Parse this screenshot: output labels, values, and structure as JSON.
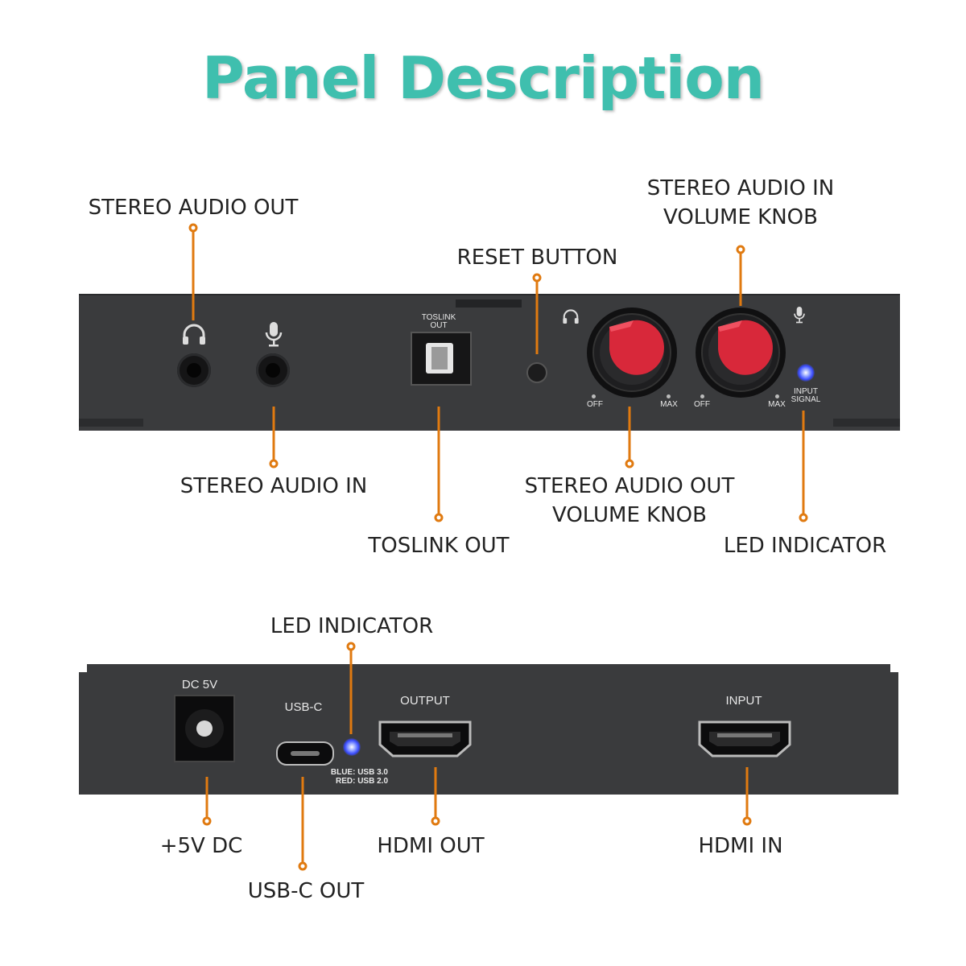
{
  "title": "Panel Description",
  "front_panel": {
    "callouts": {
      "stereo_audio_out": "STEREO AUDIO OUT",
      "stereo_audio_in": "STEREO AUDIO IN",
      "toslink_out": "TOSLINK OUT",
      "reset_button": "RESET BUTTON",
      "stereo_in_knob_line1": "STEREO AUDIO IN",
      "stereo_in_knob_line2": "VOLUME KNOB",
      "stereo_out_knob_line1": "STEREO AUDIO OUT",
      "stereo_out_knob_line2": "VOLUME KNOB",
      "led_indicator": "LED INDICATOR"
    },
    "panel_labels": {
      "toslink_line1": "TOSLINK",
      "toslink_line2": "OUT",
      "off": "OFF",
      "max": "MAX",
      "input_signal_line1": "INPUT",
      "input_signal_line2": "SIGNAL"
    }
  },
  "rear_panel": {
    "callouts": {
      "led_indicator": "LED INDICATOR",
      "dc": "+5V DC",
      "usbc_out": "USB-C OUT",
      "hdmi_out": "HDMI OUT",
      "hdmi_in": "HDMI IN"
    },
    "panel_labels": {
      "dc5v": "DC 5V",
      "usbc": "USB-C",
      "output": "OUTPUT",
      "input": "INPUT",
      "usb_blue": "BLUE: USB 3.0",
      "usb_red": "RED: USB 2.0"
    }
  },
  "colors": {
    "title": "#3fbfae",
    "leader": "#e07a10",
    "panel": "#3a3b3d",
    "knob_cap": "#d8283a",
    "led": "#5a6cff"
  },
  "icons": [
    "headphones-icon",
    "microphone-icon"
  ]
}
